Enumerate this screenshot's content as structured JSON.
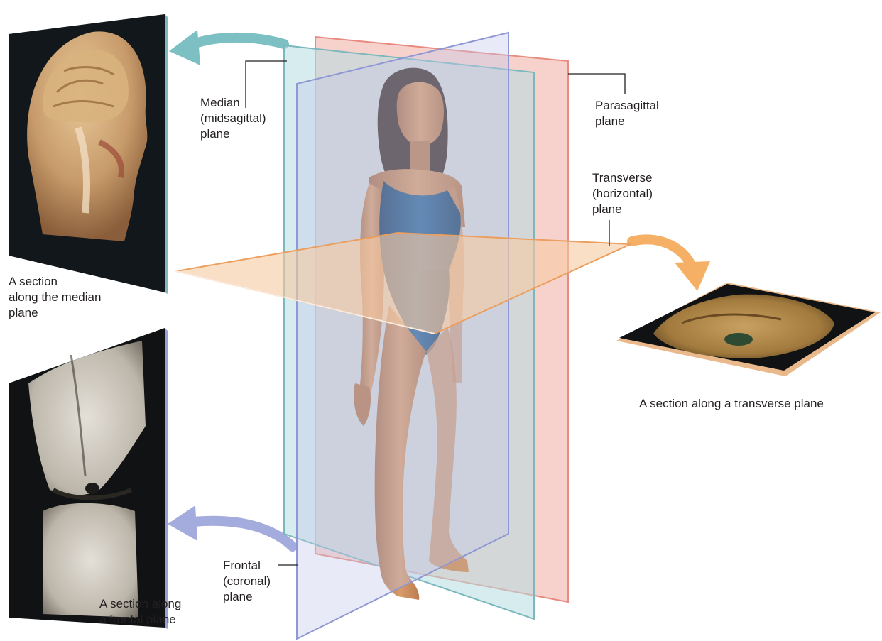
{
  "labels": {
    "median_plane": "Median\n(midsagittal)\nplane",
    "parasagittal_plane": "Parasagittal\nplane",
    "transverse_plane": "Transverse\n(horizontal)\nplane",
    "frontal_plane": "Frontal\n(coronal)\nplane",
    "section_median": "A section\nalong the median\nplane",
    "section_transverse": "A section along a transverse plane",
    "section_frontal": "A section along\na frontal plane"
  },
  "colors": {
    "median_plane": "#b7dde0",
    "parasagittal_plane": "#f2b8b0",
    "transverse_plane": "#f7c9a1",
    "frontal_plane": "#c3c8ea",
    "arrow_median": "#7cc0c4",
    "arrow_transverse": "#f5b066",
    "arrow_frontal": "#a4abdd",
    "skin": "#c98a5a",
    "swimsuit": "#1f4f7a",
    "hair": "#3a2a22"
  }
}
